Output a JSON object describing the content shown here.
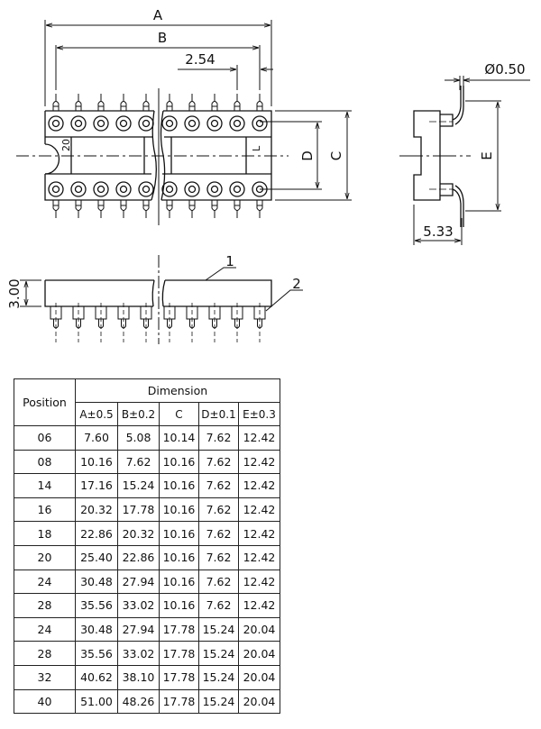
{
  "drawing": {
    "title": "IC socket dimensional drawing",
    "labels": {
      "dim_A": "A",
      "dim_B": "B",
      "dim_C": "C",
      "dim_D": "D",
      "dim_E": "E",
      "pitch": "2.54",
      "pin_diameter": "Ø0.50",
      "side_width": "5.33",
      "height": "3.00",
      "pin1_mark": "L",
      "last_pin_mark": "20",
      "callout_1": "1",
      "callout_2": "2"
    }
  },
  "table": {
    "position_header": "Position",
    "dimension_header": "Dimension",
    "columns": [
      "A±0.5",
      "B±0.2",
      "C",
      "D±0.1",
      "E±0.3"
    ],
    "rows": [
      {
        "position": "06",
        "values": [
          "7.60",
          "5.08",
          "10.14",
          "7.62",
          "12.42"
        ]
      },
      {
        "position": "08",
        "values": [
          "10.16",
          "7.62",
          "10.16",
          "7.62",
          "12.42"
        ]
      },
      {
        "position": "14",
        "values": [
          "17.16",
          "15.24",
          "10.16",
          "7.62",
          "12.42"
        ]
      },
      {
        "position": "16",
        "values": [
          "20.32",
          "17.78",
          "10.16",
          "7.62",
          "12.42"
        ]
      },
      {
        "position": "18",
        "values": [
          "22.86",
          "20.32",
          "10.16",
          "7.62",
          "12.42"
        ]
      },
      {
        "position": "20",
        "values": [
          "25.40",
          "22.86",
          "10.16",
          "7.62",
          "12.42"
        ]
      },
      {
        "position": "24",
        "values": [
          "30.48",
          "27.94",
          "10.16",
          "7.62",
          "12.42"
        ]
      },
      {
        "position": "28",
        "values": [
          "35.56",
          "33.02",
          "10.16",
          "7.62",
          "12.42"
        ]
      },
      {
        "position": "24",
        "values": [
          "30.48",
          "27.94",
          "17.78",
          "15.24",
          "20.04"
        ]
      },
      {
        "position": "28",
        "values": [
          "35.56",
          "33.02",
          "17.78",
          "15.24",
          "20.04"
        ]
      },
      {
        "position": "32",
        "values": [
          "40.62",
          "38.10",
          "17.78",
          "15.24",
          "20.04"
        ]
      },
      {
        "position": "40",
        "values": [
          "51.00",
          "48.26",
          "17.78",
          "15.24",
          "20.04"
        ]
      }
    ]
  }
}
